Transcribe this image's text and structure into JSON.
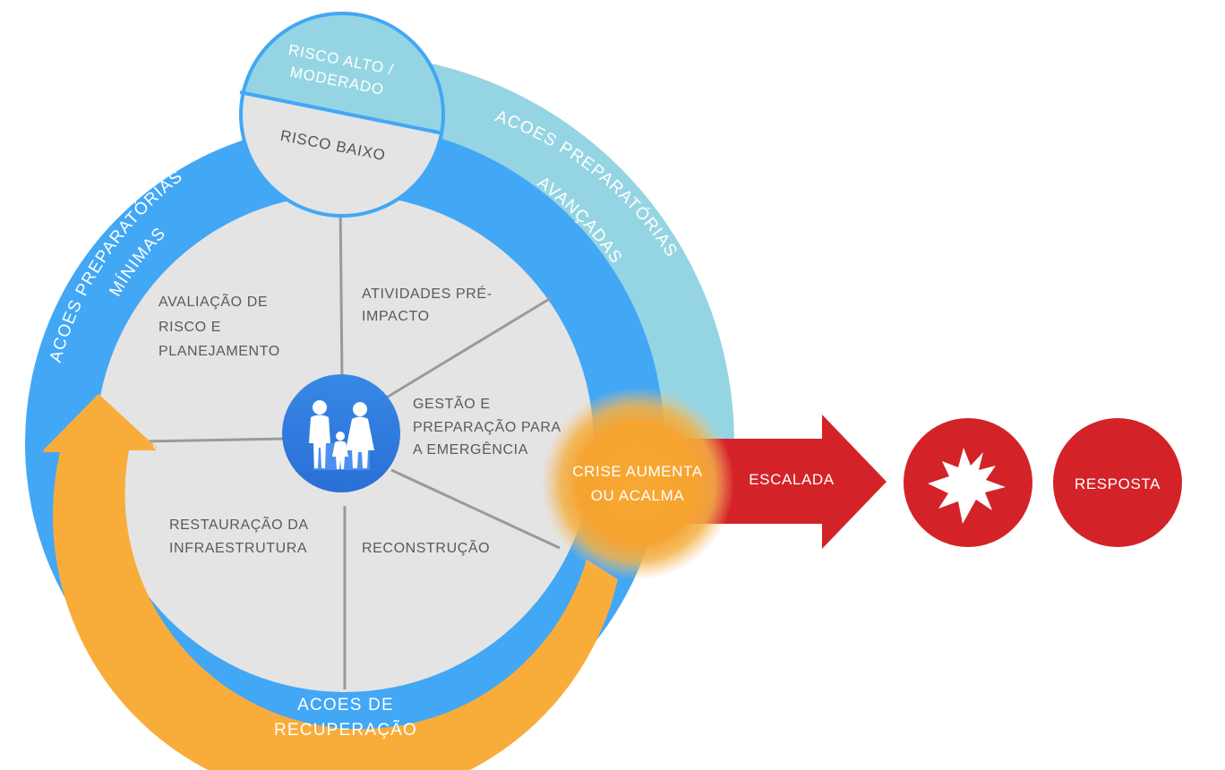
{
  "diagram": {
    "segments": {
      "avaliacao": [
        "AVALIAÇÃO DE",
        "RISCO E",
        "PLANEJAMENTO"
      ],
      "atividades": [
        "ATIVIDADES PRÉ-",
        "IMPACTO"
      ],
      "gestao": [
        "GESTÃO E",
        "PREPARAÇÃO PARA",
        "A EMERGÊNCIA"
      ],
      "restauracao": [
        "RESTAURAÇÃO DA",
        "INFRAESTRUTURA"
      ],
      "reconstrucao": [
        "RECONSTRUÇÃO"
      ]
    },
    "top_circle": {
      "alto": [
        "RISCO ALTO /",
        "MODERADO"
      ],
      "baixo": "RISCO BAIXO"
    },
    "rings": {
      "minimas": [
        "ACOES PREPARATÓRIAS",
        "MÍNIMAS"
      ],
      "avancadas": [
        "ACOES PREPARATÓRIAS",
        "AVANÇADAS"
      ],
      "recuperacao": [
        "ACOES DE",
        "RECUPERAÇÃO"
      ]
    },
    "crise": [
      "CRISE AUMENTA",
      "OU ACALMA"
    ],
    "escalada": "ESCALADA",
    "resposta": "RESPOSTA",
    "icons": {
      "center": "family-icon",
      "burst": "explosion-burst-icon"
    },
    "colors": {
      "blue": "#42a7f5",
      "light_blue": "#95d5e3",
      "orange": "#f8ad3b",
      "red": "#d42229",
      "gray": "#e4e4e4",
      "center_blue": "#2f7ce0"
    }
  }
}
